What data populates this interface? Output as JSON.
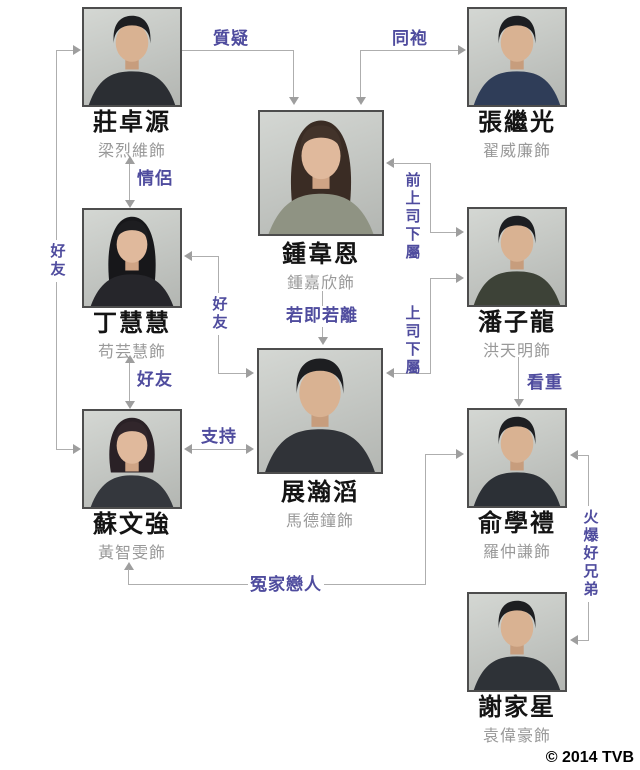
{
  "page": {
    "copyright": "© 2014 TVB"
  },
  "colors": {
    "label": "#4f4c9e",
    "name": "#141414",
    "actor": "#999999",
    "line": "#aeaeae",
    "arrow": "#9e9e9e",
    "photo-border": "#4d4d4d"
  },
  "characters": [
    {
      "name": "莊卓源",
      "actor": "梁烈維飾"
    },
    {
      "name": "張繼光",
      "actor": "翟威廉飾"
    },
    {
      "name": "鍾韋恩",
      "actor": "鍾嘉欣飾"
    },
    {
      "name": "丁慧慧",
      "actor": "苟芸慧飾"
    },
    {
      "name": "潘子龍",
      "actor": "洪天明飾"
    },
    {
      "name": "展瀚滔",
      "actor": "馬德鐘飾"
    },
    {
      "name": "蘇文強",
      "actor": "黃智雯飾"
    },
    {
      "name": "俞學禮",
      "actor": "羅仲謙飾"
    },
    {
      "name": "謝家星",
      "actor": "袁偉豪飾"
    }
  ],
  "relationships": [
    {
      "label": "質疑",
      "from": "莊卓源",
      "to": "鍾韋恩",
      "arrows": "single"
    },
    {
      "label": "同袍",
      "from": "鍾韋恩",
      "to": "張繼光",
      "arrows": "both"
    },
    {
      "label": "情侶",
      "from": "莊卓源",
      "to": "丁慧慧",
      "arrows": "both"
    },
    {
      "label": "好友",
      "from": "莊卓源",
      "to": "蘇文強",
      "arrows": "both"
    },
    {
      "label": "好友",
      "from": "丁慧慧",
      "to": "展瀚滔",
      "arrows": "both"
    },
    {
      "label": "好友",
      "from": "丁慧慧",
      "to": "蘇文強",
      "arrows": "both"
    },
    {
      "label": "若即若離",
      "from": "鍾韋恩",
      "to": "展瀚滔",
      "arrows": "single"
    },
    {
      "label": "前上司下屬",
      "from": "鍾韋恩",
      "to": "潘子龍",
      "arrows": "both"
    },
    {
      "label": "上司下屬",
      "from": "展瀚滔",
      "to": "潘子龍",
      "arrows": "both"
    },
    {
      "label": "支持",
      "from": "蘇文強",
      "to": "展瀚滔",
      "arrows": "both"
    },
    {
      "label": "看重",
      "from": "潘子龍",
      "to": "俞學禮",
      "arrows": "single"
    },
    {
      "label": "冤家戀人",
      "from": "蘇文強",
      "to": "俞學禮",
      "arrows": "both"
    },
    {
      "label": "火爆好兄弟",
      "from": "俞學禮",
      "to": "謝家星",
      "arrows": "both"
    }
  ]
}
